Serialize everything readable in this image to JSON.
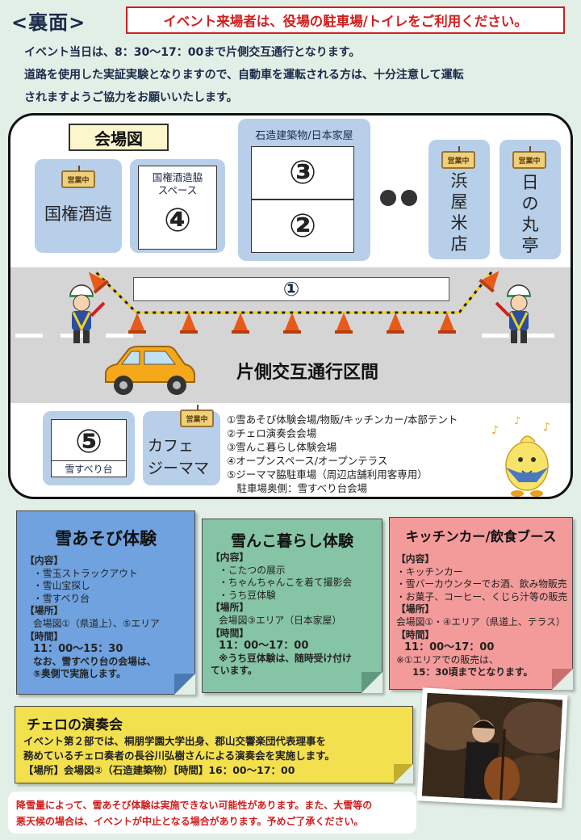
{
  "header": {
    "back_title": "<裏面>",
    "notice": "イベント来場者は、役場の駐車場/トイレをご利用ください。"
  },
  "intro": {
    "line1": "イベント当日は、8：30〜17：00まで片側交互通行となります。",
    "line2": "道路を使用した実証実験となりますので、自動車を運転される方は、十分注意して運転",
    "line3": "されますようご協力をお願いいたします。"
  },
  "map": {
    "title": "会場図",
    "open_sign": "営業中",
    "kokken": "国権酒造",
    "kokken_side_1": "国権酒造脇",
    "kokken_side_2": "スペース",
    "num4": "④",
    "stone_building": "石造建築物/日本家屋",
    "num3": "③",
    "num2": "②",
    "hamaya_chars": [
      "浜",
      "屋",
      "米",
      "店"
    ],
    "hinomaru_chars": [
      "日",
      "の",
      "丸",
      "亭"
    ],
    "num1": "①",
    "section_label": "片側交互通行区間",
    "num5": "⑤",
    "sled_label": "雪すべり台",
    "cafe_1": "カフェ",
    "cafe_2": "ジーママ",
    "legend": [
      "①雪あそび体験会場/物販/キッチンカー/本部テント",
      "②チェロ演奏会会場",
      "③雪んこ暮らし体験会場",
      "④オープンスペース/オープンテラス",
      "⑤ジーママ脇駐車場（周辺店舗利用客専用）",
      "　駐車場奥側：雪すべり台会場"
    ]
  },
  "boxes": {
    "snow_play": {
      "title": "雪あそび体験",
      "lines": [
        "【内容】",
        "・雪玉ストラックアウト",
        "・雪山宝探し",
        "・雪すべり台",
        "【場所】",
        "会場図①（県道上）、⑤エリア",
        "【時間】",
        "11：00〜15：30",
        "なお、雪すべり台の会場は、",
        "⑤奥側で実施します。"
      ]
    },
    "snow_life": {
      "title": "雪んこ暮らし体験",
      "lines": [
        "【内容】",
        "・こたつの展示",
        "・ちゃんちゃんこを着て撮影会",
        "・うち豆体験",
        "【場所】",
        "会場図③エリア（日本家屋）",
        "【時間】",
        "11：00〜17：00",
        "※うち豆体験は、随時受け付け",
        "ています。"
      ]
    },
    "kitchen": {
      "title": "キッチンカー/飲食ブース",
      "lines": [
        "【内容】",
        "・キッチンカー",
        "・雪バーカウンターでお酒、飲み物販売",
        "・お菓子、コーヒー、くじら汁等の販売",
        "【場所】",
        "会場図①・④エリア（県道上、テラス）",
        "【時間】",
        "11：00〜17：00",
        "※①エリアでの販売は、",
        "15：30頃までとなります。"
      ]
    },
    "cello": {
      "title": "チェロの演奏会",
      "lines": [
        "イベント第２部では、桐朋学園大学出身、郡山交響楽団代表理事を",
        "務めているチェロ奏者の長谷川弘樹さんによる演奏会を実施します。",
        "【場所】会場図②（石造建築物）【時間】16：00〜17：00"
      ]
    }
  },
  "footer": {
    "line1": "降雪量によって、雪あそび体験は実施できない可能性があります。また、大雪等の",
    "line2": "悪天候の場合は、イベントが中止となる場合があります。予めご了承ください。"
  },
  "colors": {
    "navy": "#1c2a4a",
    "alert_red": "#d21e1e",
    "building_blue": "#b8cfe9",
    "box_blue": "#6fa2df",
    "box_green": "#86c4a6",
    "box_pink": "#f39a9a",
    "box_yellow": "#f3e04e",
    "cone_orange": "#e85a19"
  }
}
